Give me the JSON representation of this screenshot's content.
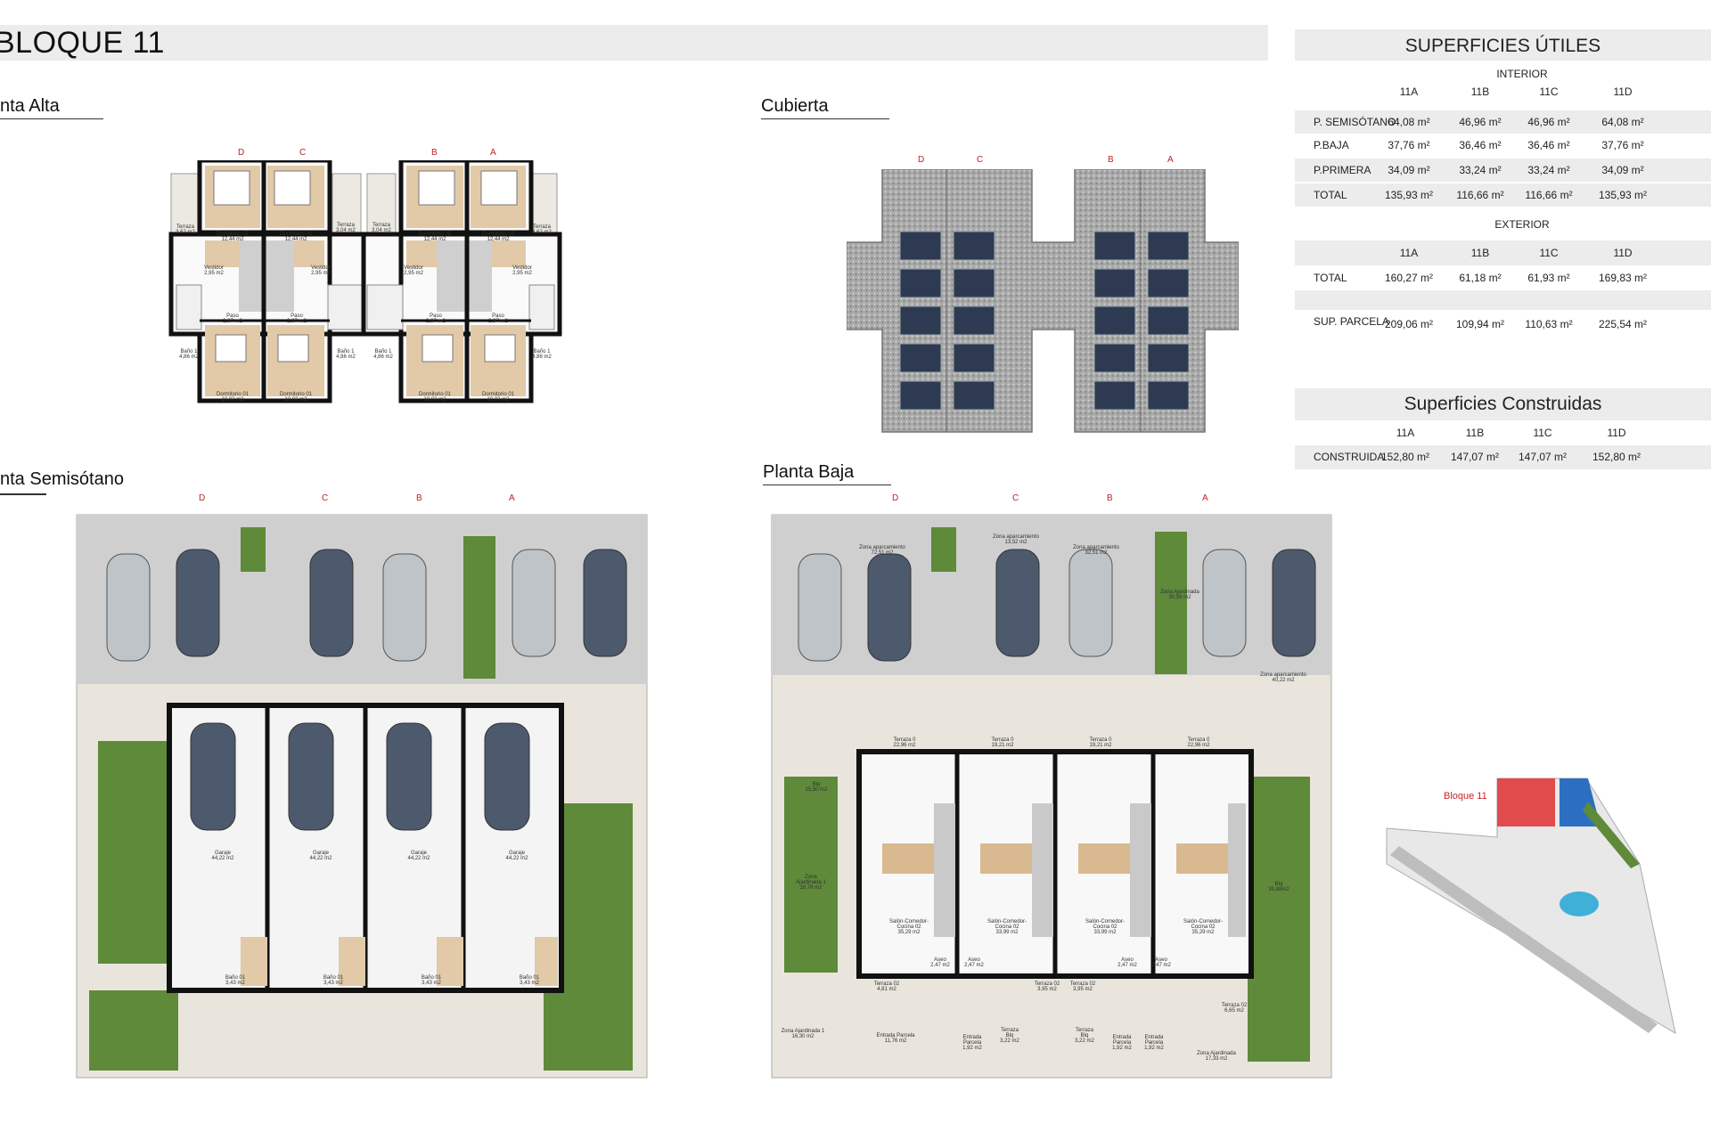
{
  "header": {
    "title": "BLOQUE 11"
  },
  "sections": {
    "planta_alta": "nta Alta",
    "cubierta": "Cubierta",
    "planta_semisotano": "nta Semisótano",
    "planta_baja": "Planta Baja"
  },
  "letters": [
    "D",
    "C",
    "B",
    "A"
  ],
  "planta_alta_rooms": {
    "terraza_left": "Terraza\n3,62 m2",
    "dorm02_d": "Dormitorio 02\n12,44 m2",
    "dorm02_c": "Dormitorio 02\n12,44 m2",
    "terraza_c": "Terraza\n3,04 m2",
    "terraza_b": "Terraza\n3,04 m2",
    "dorm02_b": "Dormitorio 02\n12,44 m2",
    "dorm02_a": "Dormitorio 02\n12,44 m2",
    "terraza_right": "Terraza\n3,62 m2",
    "vestidor_d": "Vestidor\n2,95 m2",
    "vestidor_c": "Vestidor\n2,95 m2",
    "vestidor_b": "Vestidor\n2,95 m2",
    "vestidor_a": "Vestidor\n2,95 m2",
    "paso_d": "Paso\n2,87 m2",
    "paso_c": "Paso\n2,87 m2",
    "paso_b": "Paso\n2,87 m2",
    "paso_a": "Paso\n2,87 m2",
    "bano_d": "Baño 1\n4,86 m2",
    "bano_c": "Baño 1\n4,86 m2",
    "bano_b": "Baño 1\n4,86 m2",
    "bano_a": "Baño 1\n4,86 m2",
    "dorm01_d": "Dormitorio 01\n10,02 m2",
    "dorm01_c": "Dormitorio 01\n10,02 m2",
    "dorm01_b": "Dormitorio 01\n10,02 m2",
    "dorm01_a": "Dormitorio 01\n10,02 m2"
  },
  "semisotano_rooms": {
    "garaje": "Garaje\n44,22 m2",
    "bano": "Baño 01\n3,43 m2"
  },
  "baja_rooms": {
    "zona_ap_d": "Zona aparcamiento\n72,51 m2",
    "zona_ap_c": "Zona aparcamiento\n13,52 m2",
    "zona_ap_b": "Zona aparcamiento\n32,51 m2",
    "zona_ajardinada_a": "Zona Ajardinada\n30,59 m2",
    "zona_ap_a": "Zona aparcamiento\n40,22 m2",
    "terraza0_d": "Terraza 0\n22,96 m2",
    "terraza0_c": "Terraza 0\n19,21 m2",
    "terraza0_b": "Terraza 0\n19,21 m2",
    "terraza0_a": "Terraza 0\n22,96 m2",
    "blq_left": "Blq\n15,50 m2",
    "blq_right": "Blq\n39,88m2",
    "zona_ajardinada_left": "Zona\nAjardinada 1\n16,78 m2",
    "salon_d": "Salón-Comedor-\nCocina 02\n35,29 m2",
    "salon_c": "Salón-Comedor-\nCocina 02\n33,99 m2",
    "salon_b": "Salón-Comedor-\nCocina 02\n33,99 m2",
    "salon_a": "Salón-Comedor-\nCocina 02\n35,29 m2",
    "aseo": "Aseo\n2,47 m2",
    "terraza02_d": "Terraza 02\n4,81 m2",
    "terraza02_c": "Terraza 02\n3,95 m2",
    "terraza02_b": "Terraza 02\n3,95 m2",
    "terraza02_a": "Terraza 02\n6,65 m2",
    "entrada_parcela_d": "Entrada Parcela\n11,76 m2",
    "entrada_parcela_small": "Entrada\nParcela\n1,92 m2",
    "terraza_blq": "Terraza\nBlq\n3,22 m2",
    "zona_ajardinada_bottom_left": "Zona Ajardinada 1\n16,30 m2",
    "zona_ajardinada_bottom_right": "Zona Ajardinada\n17,33 m2"
  },
  "site_plan": {
    "label": "Bloque 11"
  },
  "superficies_utiles": {
    "title": "SUPERFICIES ÚTILES",
    "interior_label": "INTERIOR",
    "columns": [
      "11A",
      "11B",
      "11C",
      "11D"
    ],
    "interior_rows": [
      {
        "label": "P. SEMISÓTANO",
        "values": [
          "64,08 m²",
          "46,96 m²",
          "46,96 m²",
          "64,08 m²"
        ]
      },
      {
        "label": "P.BAJA",
        "values": [
          "37,76 m²",
          "36,46 m²",
          "36,46 m²",
          "37,76 m²"
        ]
      },
      {
        "label": "P.PRIMERA",
        "values": [
          "34,09 m²",
          "33,24 m²",
          "33,24 m²",
          "34,09 m²"
        ]
      },
      {
        "label": "TOTAL",
        "values": [
          "135,93 m²",
          "116,66 m²",
          "116,66 m²",
          "135,93 m²"
        ]
      }
    ],
    "exterior_label": "EXTERIOR",
    "exterior_rows": [
      {
        "label": "TOTAL",
        "values": [
          "160,27 m²",
          "61,18 m²",
          "61,93 m²",
          "169,83 m²"
        ]
      },
      {
        "label": "SUP. PARCELA",
        "values": [
          "209,06 m²",
          "109,94 m²",
          "110,63 m²",
          "225,54 m²"
        ]
      }
    ]
  },
  "superficies_construidas": {
    "title": "Superficies Construidas",
    "columns": [
      "11A",
      "11B",
      "11C",
      "11D"
    ],
    "row": {
      "label": "CONSTRUIDA",
      "values": [
        "152,80 m²",
        "147,07 m²",
        "147,07 m²",
        "152,80 m²"
      ]
    }
  }
}
